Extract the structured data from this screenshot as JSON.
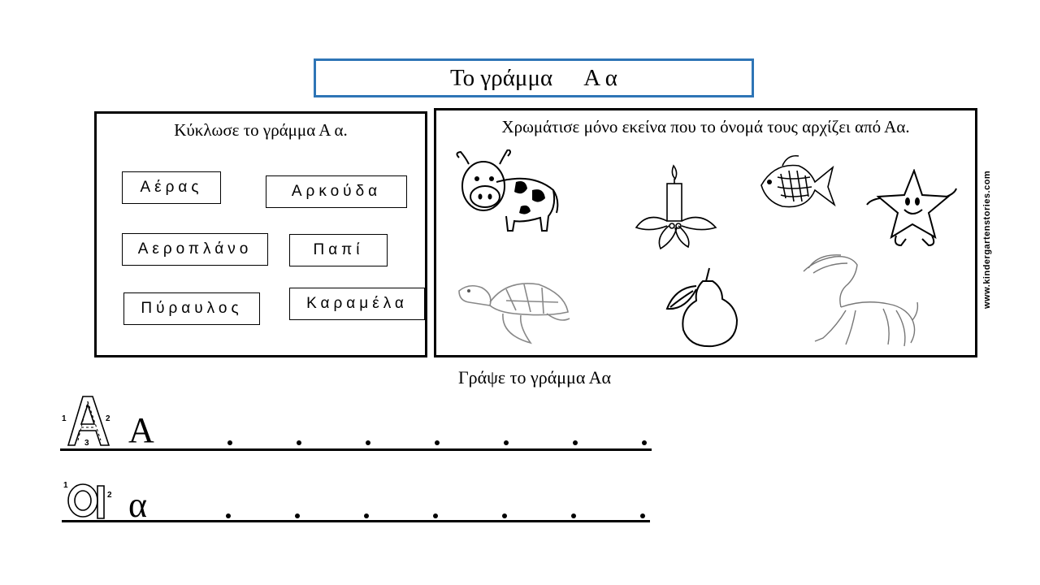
{
  "title": {
    "label": "Το γράμμα",
    "letters": "Α α"
  },
  "circle_task": {
    "instruction": "Κύκλωσε το γράμμα Α α.",
    "words": [
      "Αέρας",
      "Αρκούδα",
      "Αεροπλάνο",
      "Παπί",
      "Πύραυλος",
      "Καραμέλα"
    ]
  },
  "color_task": {
    "instruction": "Χρωμάτισε μόνο εκείνα που το όνομά τους αρχίζει από Αα.",
    "pictures": [
      "cow-picture",
      "candle-picture",
      "fish-picture",
      "star-picture",
      "turtle-picture",
      "pear-picture",
      "horse-picture"
    ]
  },
  "website": "www.kindergartenstories.com",
  "write_task": {
    "instruction": "Γράψε το γράμμα Αα",
    "rows": [
      {
        "model": "Α",
        "stroke_numbers": [
          "1",
          "2",
          "3"
        ]
      },
      {
        "model": "α",
        "stroke_numbers": [
          "1",
          "2"
        ]
      }
    ]
  }
}
